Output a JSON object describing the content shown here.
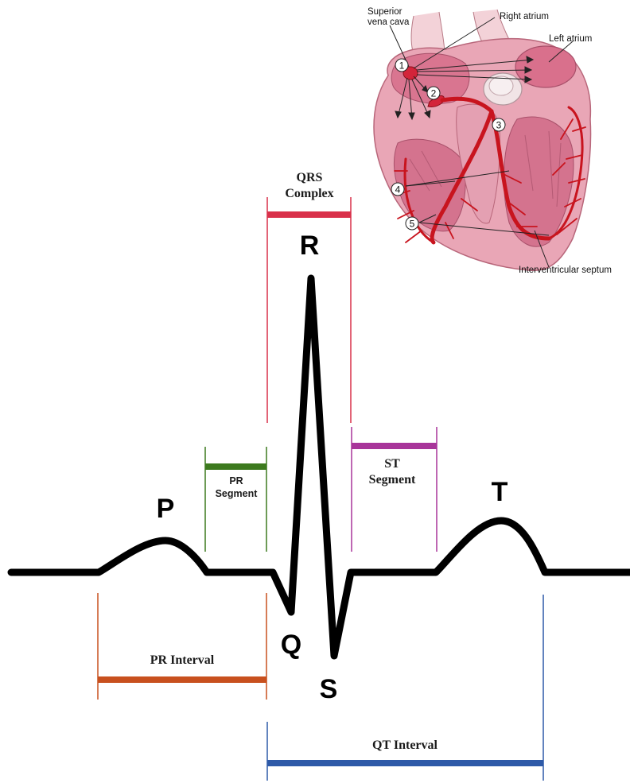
{
  "waves": {
    "p": "P",
    "q": "Q",
    "r": "R",
    "s": "S",
    "t": "T"
  },
  "segments": {
    "qrs_line1": "QRS",
    "qrs_line2": "Complex",
    "pr_seg_line1": "PR",
    "pr_seg_line2": "Segment",
    "st_line1": "ST",
    "st_line2": "Segment",
    "pr_interval": "PR Interval",
    "qt_interval": "QT Interval"
  },
  "heart": {
    "superior_vena_cava_line1": "Superior",
    "superior_vena_cava_line2": "vena cava",
    "right_atrium": "Right atrium",
    "left_atrium": "Left atrium",
    "interventricular_septum": "Interventricular septum",
    "markers": [
      "1",
      "2",
      "3",
      "4",
      "5"
    ]
  },
  "colors": {
    "qrs": "#d9304a",
    "pr_segment": "#3d7a1e",
    "st_segment": "#a8359a",
    "pr_interval": "#c8501e",
    "qt_interval": "#2e5aa8",
    "heart_muscle": "#e8a0b0",
    "conduction": "#c8141e"
  }
}
